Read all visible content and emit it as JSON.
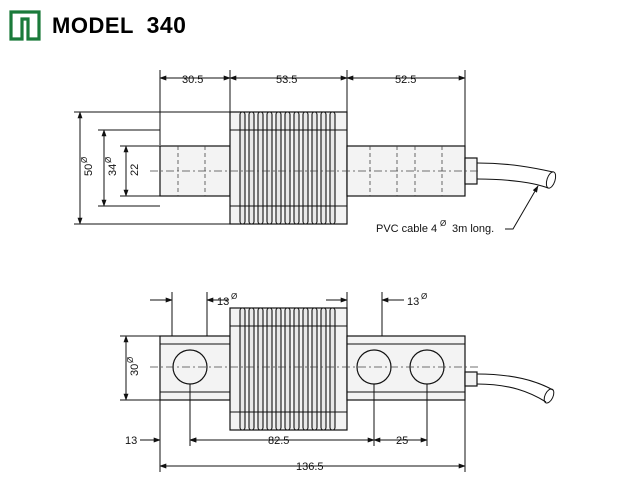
{
  "header": {
    "model_word": "MODEL",
    "model_number": "340",
    "logo_color": "#1a7a3a",
    "logo_icon": "green-u-frame-logo"
  },
  "top_view": {
    "dim_left_length": "30.5",
    "dim_center_length": "53.5",
    "dim_right_length": "52.5",
    "dim_overall_height": "50",
    "dim_overall_height_sup": "Ø",
    "dim_body_height": "34",
    "dim_body_height_sup": "Ø",
    "dim_inner_height": "22",
    "cable_note": "PVC cable 4",
    "cable_note_sup": "Ø",
    "cable_note_tail": "3m long."
  },
  "side_view": {
    "dim_hole_left": "13",
    "dim_hole_left_sup": "Ø",
    "dim_hole_right": "13",
    "dim_hole_right_sup": "Ø",
    "dim_height": "30",
    "dim_height_sup": "Ø",
    "dim_bottom_left": "13",
    "dim_bottom_center": "82.5",
    "dim_bottom_right": "25",
    "dim_overall_length": "136.5"
  }
}
